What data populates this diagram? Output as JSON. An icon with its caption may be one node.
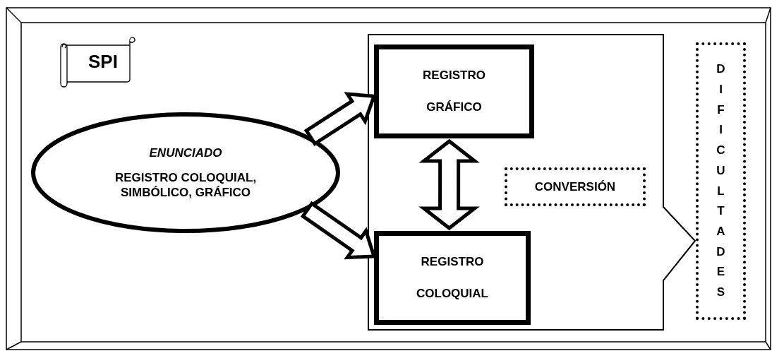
{
  "diagram": {
    "nodes": [
      {
        "text": [
          "SPI"
        ]
      },
      {
        "text": [
          "ENUNCIADO",
          "REGISTRO COLOQUIAL, SIMBÓLICO, GRÁFICO"
        ]
      },
      {
        "text": [],
        "shape": "box"
      },
      {
        "text": [
          "REGISTRO GRÁFICO"
        ],
        "in": 2
      },
      {
        "text": [
          "REGISTRO COLOQUIAL"
        ],
        "in": 2
      },
      {
        "text": [
          "CONVERSIÓN"
        ],
        "in": 2
      },
      {
        "text": [
          "DIFICULTADES"
        ]
      }
    ],
    "edges": [
      {
        "from": 1,
        "to": 3,
        "arrow": "to"
      },
      {
        "from": 1,
        "to": 4,
        "arrow": "to"
      },
      {
        "from": 3,
        "to": 4,
        "arrow": "both"
      }
    ]
  }
}
